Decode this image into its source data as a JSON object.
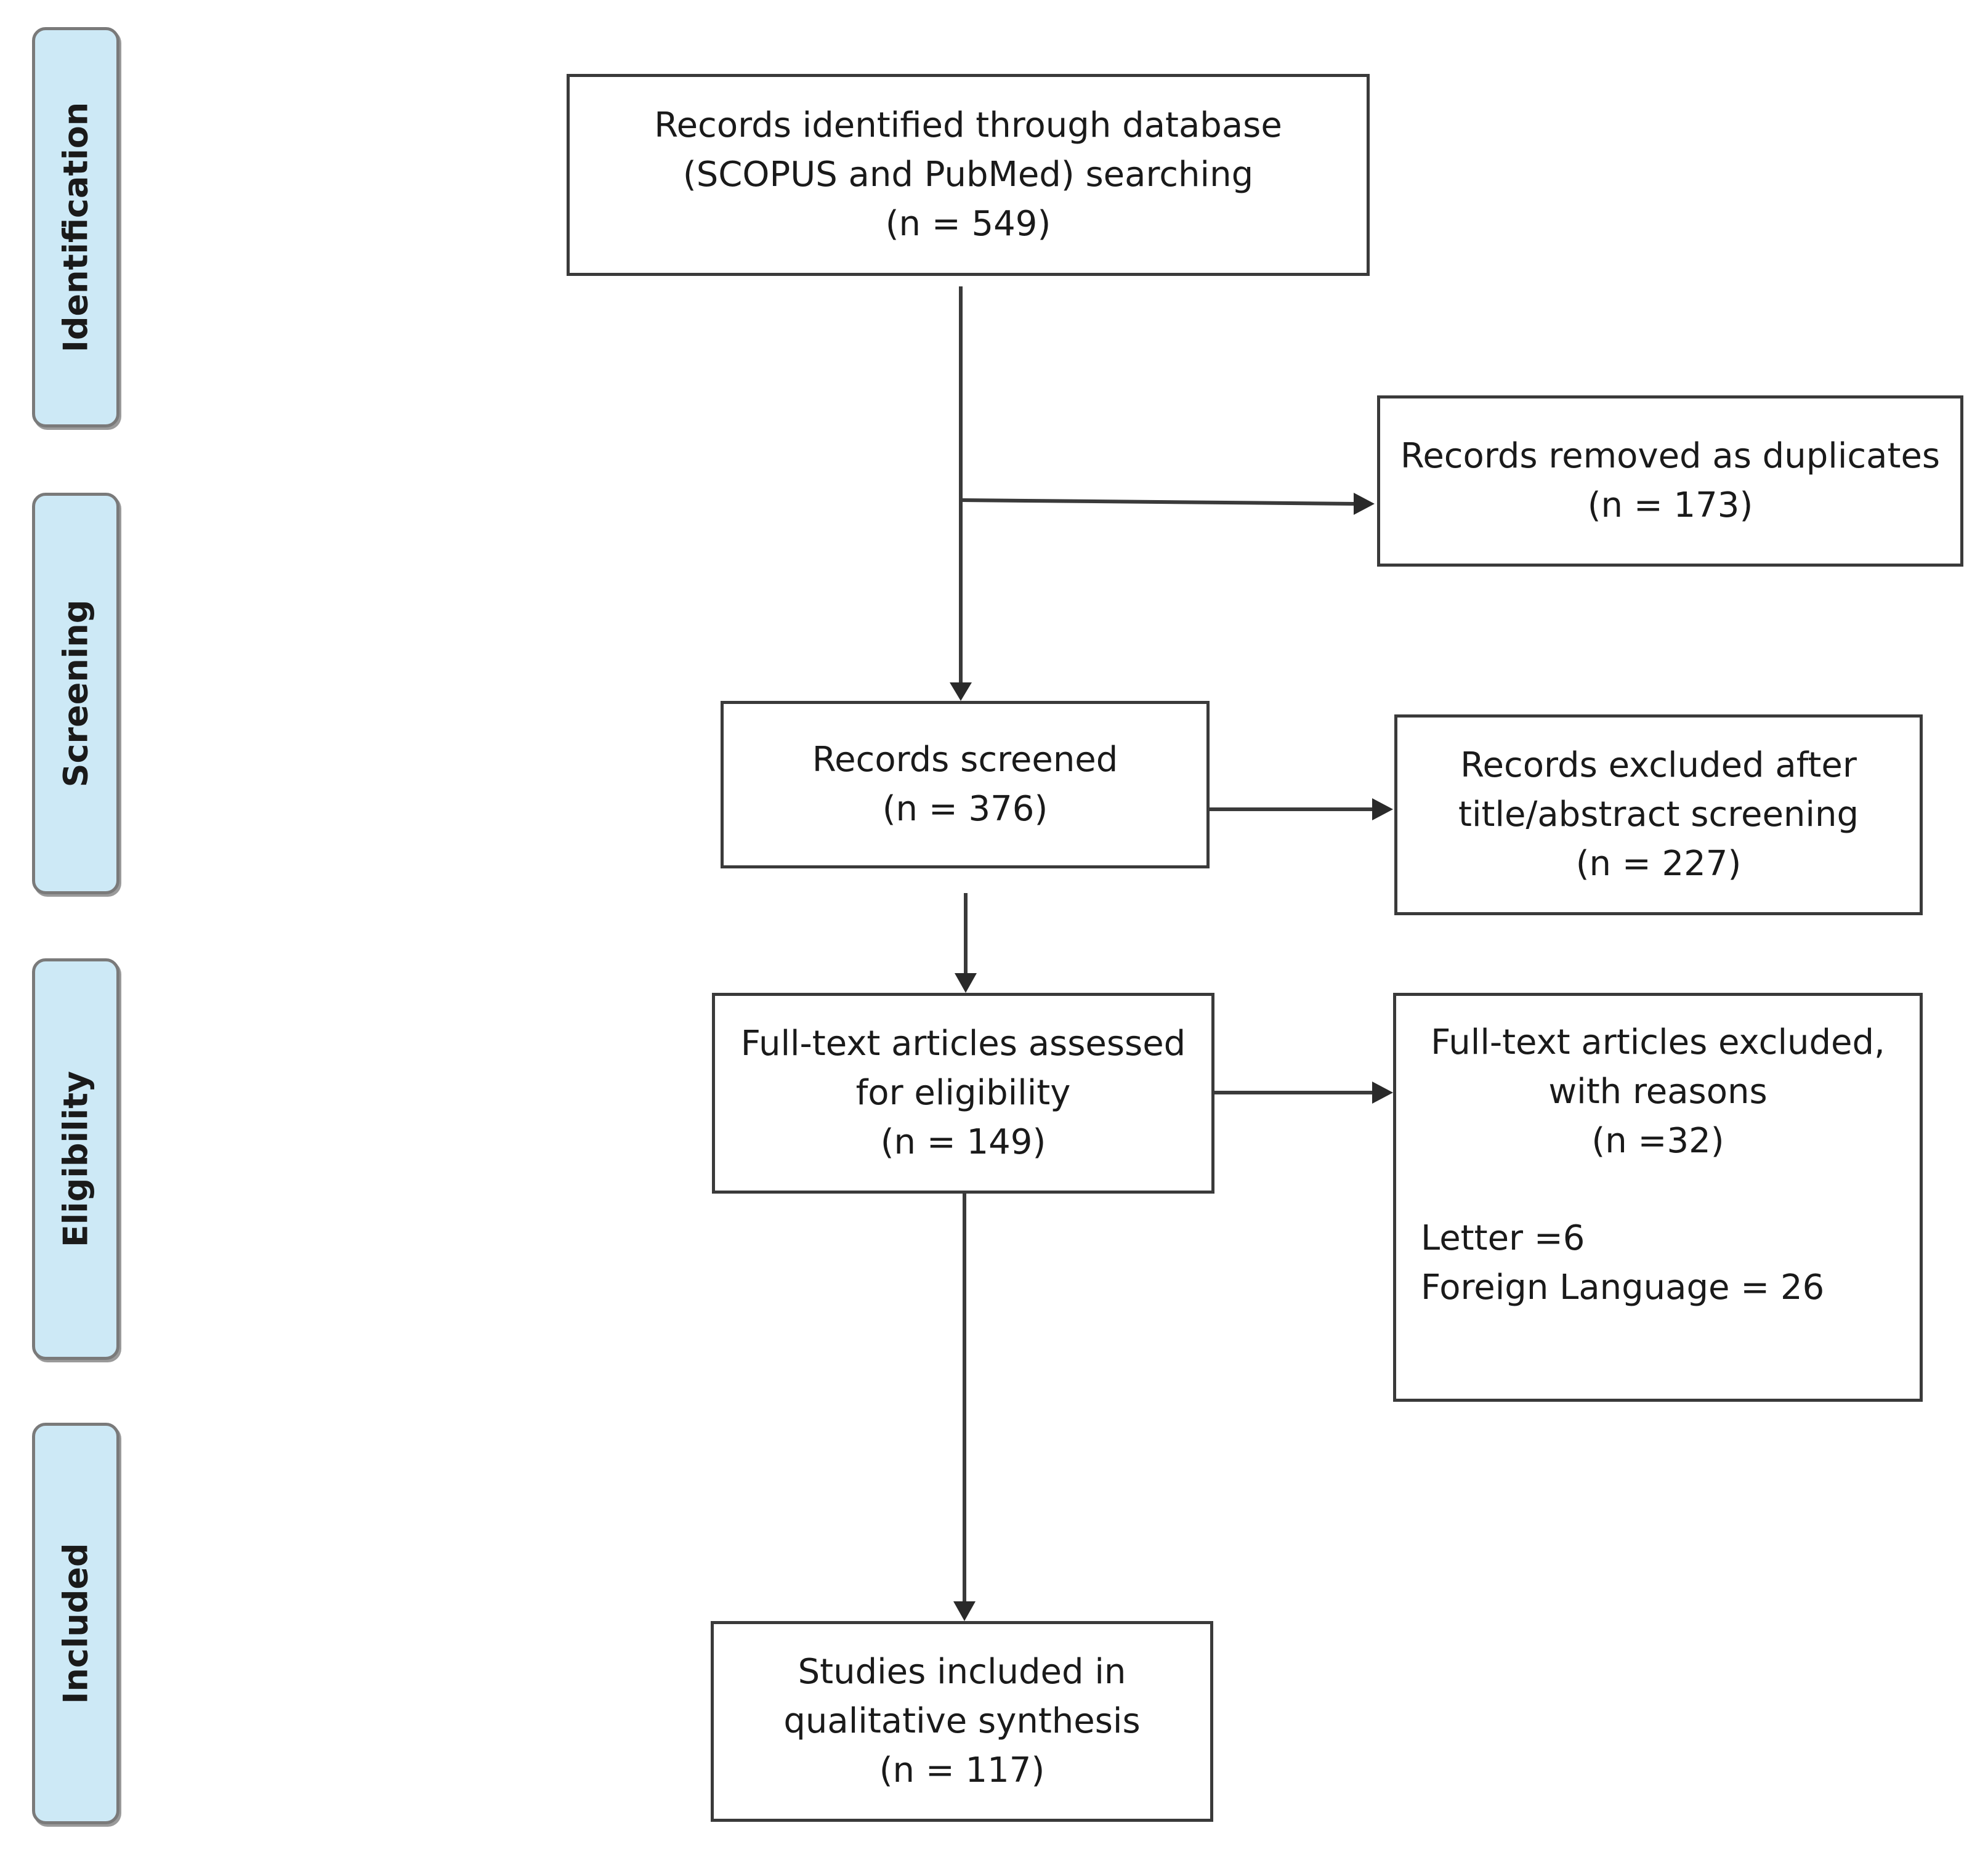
{
  "stages": [
    {
      "label": "Identification"
    },
    {
      "label": "Screening"
    },
    {
      "label": "Eligibility"
    },
    {
      "label": "Included"
    }
  ],
  "boxes": {
    "identified": {
      "line1": "Records identified through database",
      "line2": "(SCOPUS and PubMed) searching",
      "line3": "(n = 549)"
    },
    "duplicates": {
      "line1": "Records removed as duplicates",
      "line2": "(n = 173)"
    },
    "screened": {
      "line1": "Records screened",
      "line2": "(n = 376)"
    },
    "excluded_screening": {
      "line1": "Records excluded after",
      "line2": "title/abstract screening",
      "line3": "(n = 227)"
    },
    "fulltext": {
      "line1": "Full-text articles assessed",
      "line2": "for eligibility",
      "line3": "(n = 149)"
    },
    "excluded_fulltext": {
      "line1": "Full-text articles excluded,",
      "line2": "with reasons",
      "line3": "(n =32)",
      "reason1": "Letter =6",
      "reason2": "Foreign Language = 26"
    },
    "included": {
      "line1": "Studies included in",
      "line2": "qualitative synthesis",
      "line3": "(n = 117)"
    }
  },
  "colors": {
    "stage_fill": "#cde9f6",
    "stage_border": "#7a7a7a",
    "box_border": "#3a3a3a",
    "arrow": "#2a2a2a"
  }
}
